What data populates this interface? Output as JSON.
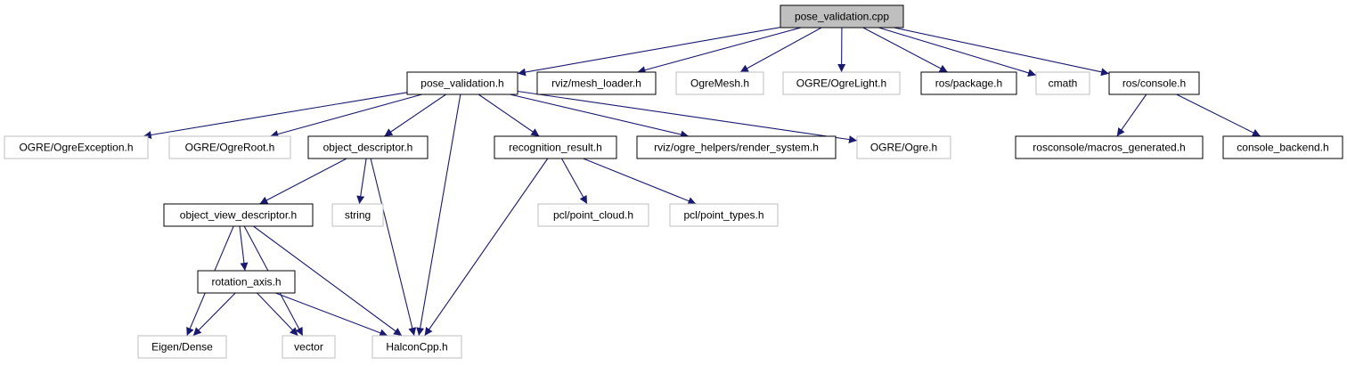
{
  "colors": {
    "edge": "#191970",
    "border_documented": "#000000",
    "border_external": "#bfbfbf",
    "fill_root": "#bfbfbf",
    "fill_default": "#ffffff",
    "text": "#000000"
  },
  "nodes": [
    {
      "id": "pose_validation_cpp",
      "label": "pose_validation.cpp",
      "kind": "root"
    },
    {
      "id": "pose_validation_h",
      "label": "pose_validation.h",
      "kind": "documented"
    },
    {
      "id": "mesh_loader_h",
      "label": "rviz/mesh_loader.h",
      "kind": "documented"
    },
    {
      "id": "ogre_mesh_h",
      "label": "OgreMesh.h",
      "kind": "external"
    },
    {
      "id": "ogre_light_h",
      "label": "OGRE/OgreLight.h",
      "kind": "external"
    },
    {
      "id": "ros_package_h",
      "label": "ros/package.h",
      "kind": "documented"
    },
    {
      "id": "cmath",
      "label": "cmath",
      "kind": "external"
    },
    {
      "id": "ros_console_h",
      "label": "ros/console.h",
      "kind": "documented"
    },
    {
      "id": "ogre_exception_h",
      "label": "OGRE/OgreException.h",
      "kind": "external"
    },
    {
      "id": "ogre_root_h",
      "label": "OGRE/OgreRoot.h",
      "kind": "external"
    },
    {
      "id": "object_descriptor_h",
      "label": "object_descriptor.h",
      "kind": "documented"
    },
    {
      "id": "recognition_result_h",
      "label": "recognition_result.h",
      "kind": "documented"
    },
    {
      "id": "render_system_h",
      "label": "rviz/ogre_helpers/render_system.h",
      "kind": "documented"
    },
    {
      "id": "ogre_h",
      "label": "OGRE/Ogre.h",
      "kind": "external"
    },
    {
      "id": "macros_generated_h",
      "label": "rosconsole/macros_generated.h",
      "kind": "documented"
    },
    {
      "id": "console_backend_h",
      "label": "console_backend.h",
      "kind": "documented"
    },
    {
      "id": "object_view_descriptor_h",
      "label": "object_view_descriptor.h",
      "kind": "documented"
    },
    {
      "id": "string",
      "label": "string",
      "kind": "external"
    },
    {
      "id": "pcl_point_cloud_h",
      "label": "pcl/point_cloud.h",
      "kind": "external"
    },
    {
      "id": "pcl_point_types_h",
      "label": "pcl/point_types.h",
      "kind": "external"
    },
    {
      "id": "rotation_axis_h",
      "label": "rotation_axis.h",
      "kind": "documented"
    },
    {
      "id": "eigen_dense",
      "label": "Eigen/Dense",
      "kind": "external"
    },
    {
      "id": "vector",
      "label": "vector",
      "kind": "external"
    },
    {
      "id": "halconcpp_h",
      "label": "HalconCpp.h",
      "kind": "external"
    }
  ],
  "edges": [
    {
      "from": "pose_validation_cpp",
      "to": "pose_validation_h"
    },
    {
      "from": "pose_validation_cpp",
      "to": "mesh_loader_h"
    },
    {
      "from": "pose_validation_cpp",
      "to": "ogre_mesh_h"
    },
    {
      "from": "pose_validation_cpp",
      "to": "ogre_light_h"
    },
    {
      "from": "pose_validation_cpp",
      "to": "ros_package_h"
    },
    {
      "from": "pose_validation_cpp",
      "to": "cmath"
    },
    {
      "from": "pose_validation_cpp",
      "to": "ros_console_h"
    },
    {
      "from": "pose_validation_h",
      "to": "ogre_exception_h"
    },
    {
      "from": "pose_validation_h",
      "to": "ogre_root_h"
    },
    {
      "from": "pose_validation_h",
      "to": "object_descriptor_h"
    },
    {
      "from": "pose_validation_h",
      "to": "halconcpp_h"
    },
    {
      "from": "pose_validation_h",
      "to": "recognition_result_h"
    },
    {
      "from": "pose_validation_h",
      "to": "render_system_h"
    },
    {
      "from": "pose_validation_h",
      "to": "ogre_h"
    },
    {
      "from": "ros_console_h",
      "to": "macros_generated_h"
    },
    {
      "from": "ros_console_h",
      "to": "console_backend_h"
    },
    {
      "from": "object_descriptor_h",
      "to": "object_view_descriptor_h"
    },
    {
      "from": "object_descriptor_h",
      "to": "string"
    },
    {
      "from": "object_descriptor_h",
      "to": "halconcpp_h"
    },
    {
      "from": "recognition_result_h",
      "to": "pcl_point_cloud_h"
    },
    {
      "from": "recognition_result_h",
      "to": "pcl_point_types_h"
    },
    {
      "from": "recognition_result_h",
      "to": "halconcpp_h"
    },
    {
      "from": "object_view_descriptor_h",
      "to": "rotation_axis_h"
    },
    {
      "from": "object_view_descriptor_h",
      "to": "eigen_dense"
    },
    {
      "from": "object_view_descriptor_h",
      "to": "vector"
    },
    {
      "from": "object_view_descriptor_h",
      "to": "halconcpp_h"
    },
    {
      "from": "rotation_axis_h",
      "to": "eigen_dense"
    },
    {
      "from": "rotation_axis_h",
      "to": "vector"
    },
    {
      "from": "rotation_axis_h",
      "to": "halconcpp_h"
    }
  ]
}
